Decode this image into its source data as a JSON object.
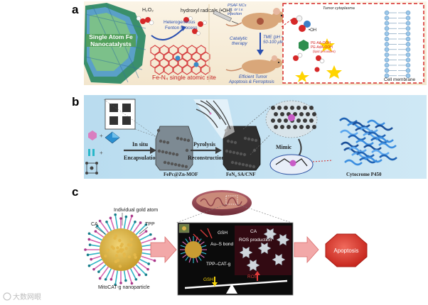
{
  "panels": {
    "a": {
      "letter": "a",
      "cluster_label_1": "Single Atom Fe",
      "cluster_label_2": "Nanocatalysts",
      "h2o2": "H₂O₂",
      "hydroxyl": "hydroxyl radicals (•OH)",
      "fenton_1": "Heterogeneous",
      "fenton_2": "Fenton Process",
      "site": "Fe-N₄ single atomic site",
      "psaf_1": "PSAF NCs",
      "psaf_2": "i.t. or i.v.",
      "psaf_3": "injection",
      "catalytic_1": "Catalytic",
      "catalytic_2": "therapy",
      "tme_1": "TME (pH = 6.0,",
      "tme_2": "50-100 μM H₂O₂)",
      "efficient_1": "Efficient Tumor",
      "efficient_2": "Apoptosis & Ferroptosis",
      "cytoplasm": "Tumor cytoplasma",
      "oh": "•OH",
      "pe1": "PE-AA-OOH",
      "pe2": "PE-AdA-OOH",
      "pe3": "(lipid peroxides)",
      "membrane": "Cell membrane"
    },
    "b": {
      "letter": "b",
      "insitu_1": "In situ",
      "insitu_2": "Encapsulation",
      "mof": "FePc@Zn-MOF",
      "pyro_1": "Pyrolysis",
      "pyro_2": "Reconstruction",
      "fen": "FeN₄ SA/CNF",
      "mimic": "Mimic",
      "p450": "Cytocrome P450"
    },
    "c": {
      "letter": "c",
      "gold": "Individual gold atom",
      "ca": "CA",
      "tpp": "TPP",
      "nano": "MitoCAT-g nanoparticle",
      "gsh": "GSH",
      "ausbond": "Au–S bond",
      "tppcat": "TPP–CAT-g",
      "ca2": "CA",
      "ros_prod": "ROS production",
      "gsh2": "GSH",
      "ros": "ROS",
      "apoptosis": "Apoptosis"
    },
    "watermark": "大数网眼"
  },
  "colors": {
    "panel_a_bg": "#f8efdf",
    "panel_b_bg": "#c7e2f1",
    "red_dash": "#d62828",
    "apoptosis": "#d7342b"
  }
}
